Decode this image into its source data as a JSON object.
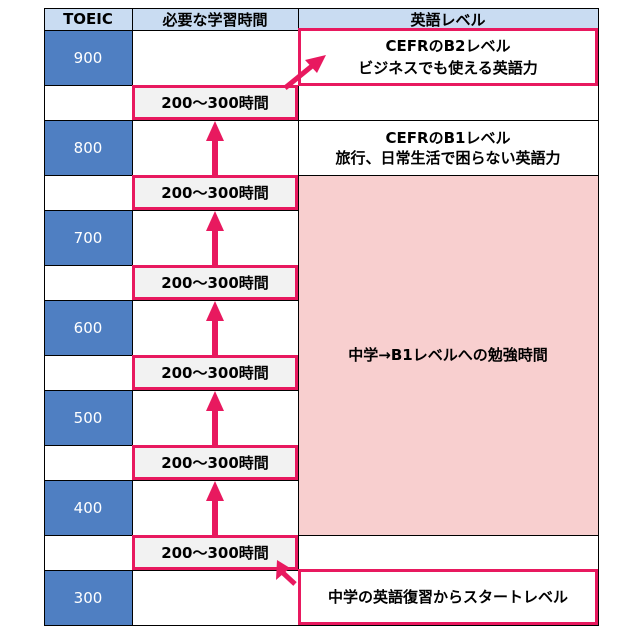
{
  "header": {
    "col_toeic": "TOEIC",
    "col_hours": "必要な学習時間",
    "col_level": "英語レベル"
  },
  "toeic_scores": [
    "900",
    "800",
    "700",
    "600",
    "500",
    "400",
    "300"
  ],
  "study_hours": [
    "200～300時間",
    "200～300時間",
    "200～300時間",
    "200～300時間",
    "200～300時間",
    "200～300時間"
  ],
  "levels": {
    "b2": {
      "line1": "CEFRのB2レベル",
      "line2": "ビジネスでも使える英語力"
    },
    "b1": {
      "line1": "CEFRのB1レベル",
      "line2": "旅行、日常生活で困らない英語力"
    },
    "range": "中学→B1レベルへの勉強時間",
    "start": "中学の英語復習からスタートレベル"
  },
  "colors": {
    "highlight": "#e8195f",
    "toeic_cell": "#4f7fc2",
    "header": "#c9dcf2",
    "range_fill": "#f8cfcf"
  }
}
